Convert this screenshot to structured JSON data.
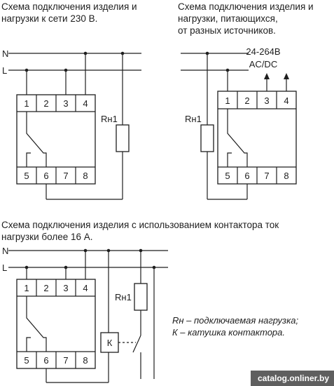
{
  "diagram1": {
    "caption_line1": "Схема подключения изделия и",
    "caption_line2": "нагрузки к сети 230 В.",
    "label_n": "N",
    "label_l": "L",
    "terminals_top": [
      "1",
      "2",
      "3",
      "4"
    ],
    "terminals_bottom": [
      "5",
      "6",
      "7",
      "8"
    ],
    "load_label": "Rн1"
  },
  "diagram2": {
    "caption_line1": "Схема подключения изделия и",
    "caption_line2": "нагрузки, питающихся,",
    "caption_line3": "от разных источников.",
    "supply_line1": "24-264В",
    "supply_line2": "AC/DC",
    "terminals_top": [
      "1",
      "2",
      "3",
      "4"
    ],
    "terminals_bottom": [
      "5",
      "6",
      "7",
      "8"
    ],
    "load_label": "Rн1"
  },
  "diagram3": {
    "caption_line1": "Схема подключения изделия с использованием контактора ток",
    "caption_line2": "нагрузки более 16 А.",
    "label_n": "N",
    "label_l": "L",
    "terminals_top": [
      "1",
      "2",
      "3",
      "4"
    ],
    "terminals_bottom": [
      "5",
      "6",
      "7",
      "8"
    ],
    "load_label": "Rн1",
    "coil_label": "К",
    "legend_line1": "Rн – подключаемая нагрузка;",
    "legend_line2": "К – катушка контактора."
  },
  "watermark": "catalog.onliner.by"
}
